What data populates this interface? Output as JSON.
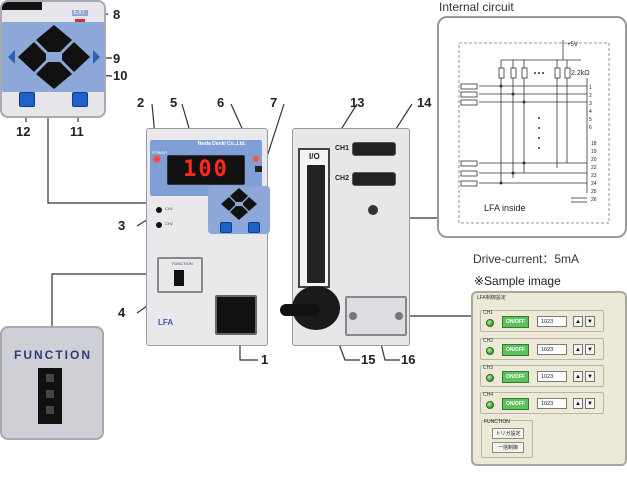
{
  "callouts": {
    "n1": "1",
    "n2": "2",
    "n3": "3",
    "n4": "4",
    "n5": "5",
    "n6": "6",
    "n7": "7",
    "n8": "8",
    "n9": "9",
    "n10": "10",
    "n11": "11",
    "n12": "12",
    "n13": "13",
    "n14": "14",
    "n15": "15",
    "n16": "16"
  },
  "inset_top": {
    "ext_label": "EXT"
  },
  "front": {
    "display_value": "100",
    "brand": "Ikeda Denki Co.,Ltd.",
    "power_label": "POWER",
    "function_label": "FUNCTION",
    "product_name": "LFA"
  },
  "rear": {
    "io_label": "I/O",
    "ch1_label": "CH1",
    "ch2_label": "CH2"
  },
  "function_inset": {
    "title": "FUNCTION"
  },
  "circuit": {
    "title": "Internal circuit",
    "vcc_label": "+5V",
    "resistor_label": "2.2kΩ",
    "inside_label": "LFA inside",
    "pins_left": [
      "1",
      "2",
      "3",
      "4",
      "5",
      "6"
    ],
    "pins_right_low": [
      "18",
      "19",
      "20"
    ],
    "pins_bottom": [
      "22",
      "23",
      "24",
      "25",
      "26"
    ]
  },
  "drive_current": "Drive-current：5mA",
  "sample": {
    "heading": "※Sample image",
    "panel_title": "LFA制御設定",
    "channels": [
      {
        "label": "CH1",
        "button": "ON/OFF",
        "value": "1023"
      },
      {
        "label": "CH2",
        "button": "ON/OFF",
        "value": "1023"
      },
      {
        "label": "CH3",
        "button": "ON/OFF",
        "value": "1023"
      },
      {
        "label": "CH4",
        "button": "ON/OFF",
        "value": "1023"
      }
    ],
    "function_label": "FUNCTION",
    "function_buttons": [
      "トリガ設定",
      "一括制御"
    ]
  },
  "colors": {
    "display_red": "#ff2a1a",
    "accent_blue": "#1e62c8",
    "panel_bg": "#ece9d6",
    "on_green": "#5ec15e"
  }
}
